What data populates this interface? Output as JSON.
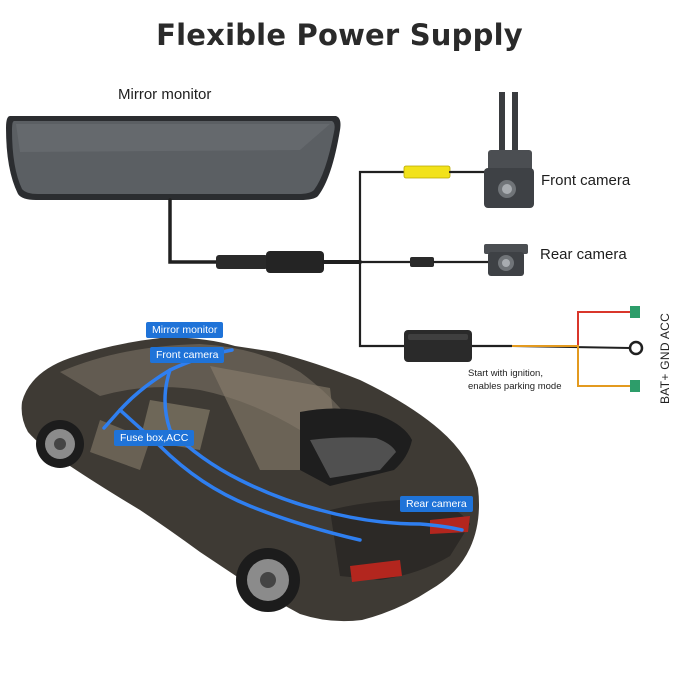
{
  "title": "Flexible Power Supply",
  "labels": {
    "mirror_monitor": "Mirror monitor",
    "front_camera": "Front camera",
    "rear_camera": "Rear camera",
    "hardwire_note_line1": "Start with ignition,",
    "hardwire_note_line2": "enables parking mode",
    "pins": "BAT+ GND ACC"
  },
  "car_tags": {
    "mirror_monitor": "Mirror monitor",
    "front_camera": "Front camera",
    "fuse_box": "Fuse box,ACC",
    "rear_camera": "Rear camera"
  },
  "colors": {
    "title": "#2a2a2a",
    "tag_bg": "#1f73d8",
    "wire_blue": "#2f7ff0",
    "wire_red": "#d9362b",
    "wire_orange": "#e39a1f",
    "connector_yellow": "#f2e21a",
    "car_body": "#3e3a34"
  }
}
